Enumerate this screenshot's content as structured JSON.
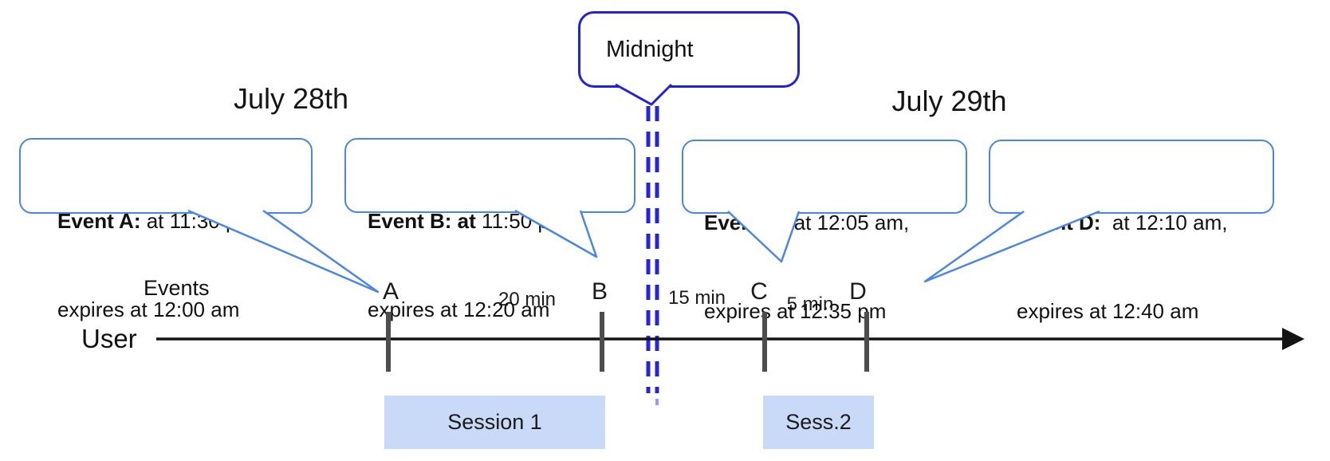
{
  "dates": {
    "left": "July 28th",
    "right": "July 29th"
  },
  "midnight": {
    "label": "Midnight"
  },
  "axis": {
    "events_label": "Events",
    "user_label": "User"
  },
  "callouts": [
    {
      "id": "A",
      "bold": "Event A:",
      "line1_rest": " at 11:30 pm,",
      "line2": "expires at 12:00 am"
    },
    {
      "id": "B",
      "bold": "Event B: at",
      "line1_rest": " 11:50 pm,",
      "line2": "expires at 12:20 am"
    },
    {
      "id": "C",
      "bold": "Event C:",
      "line1_rest": " at 12:05 am,",
      "line2": "expires at 12:35 pm"
    },
    {
      "id": "D",
      "bold": "Event D:",
      "line1_rest": "  at 12:10 am,",
      "line2": "expires at 12:40 am"
    }
  ],
  "timeline": {
    "tick_labels": [
      "A",
      "B",
      "C",
      "D"
    ],
    "interval_labels": [
      "20 min",
      "15 min",
      "5 min"
    ]
  },
  "sessions": [
    {
      "label": "Session 1"
    },
    {
      "label": "Sess.2"
    }
  ],
  "colors": {
    "callout_border": "#4a86e8",
    "midnight_border": "#2222dd",
    "dashed_line": "#2525e0",
    "tick": "#4d4d4d",
    "session_fill": "#c9daf8",
    "timeline": "#141414"
  }
}
